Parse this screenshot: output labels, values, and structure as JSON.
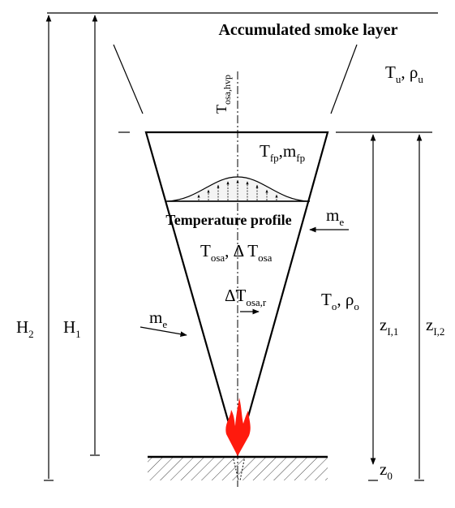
{
  "title": "Accumulated smoke layer",
  "labels": {
    "upper_layer": {
      "t": "T",
      "t_sub": "u",
      "rho": "ρ",
      "rho_sub": "u"
    },
    "axis_temp": {
      "t": "T",
      "t_sub": "osa,hvp"
    },
    "flame_top": {
      "t": "T",
      "t_sub": "fp",
      "m": "m",
      "m_sub": "fp"
    },
    "temperature_profile": "Temperature profile",
    "entrain_right": {
      "m": "m",
      "m_sub": "e"
    },
    "entrain_left": {
      "m": "m",
      "m_sub": "e"
    },
    "plume_temp": {
      "t": "T",
      "t_sub": "osa",
      "dt": "Δ T",
      "dt_sub": "osa"
    },
    "radial_temp": {
      "dt": "ΔT",
      "dt_sub": "osa,r"
    },
    "ambient": {
      "t": "T",
      "t_sub": "o",
      "rho": "ρ",
      "rho_sub": "o"
    },
    "h2": {
      "h": "H",
      "h_sub": "2"
    },
    "h1": {
      "h": "H",
      "h_sub": "1"
    },
    "z_i1": {
      "z": "z",
      "z_sub": "I,1"
    },
    "z_i2": {
      "z": "z",
      "z_sub": "I,2"
    },
    "z0": {
      "z": "z",
      "z_sub": "0"
    }
  },
  "colors": {
    "line": "#000000",
    "flame": "#ff1a0d",
    "profile_fill": "#f2f2f2"
  }
}
